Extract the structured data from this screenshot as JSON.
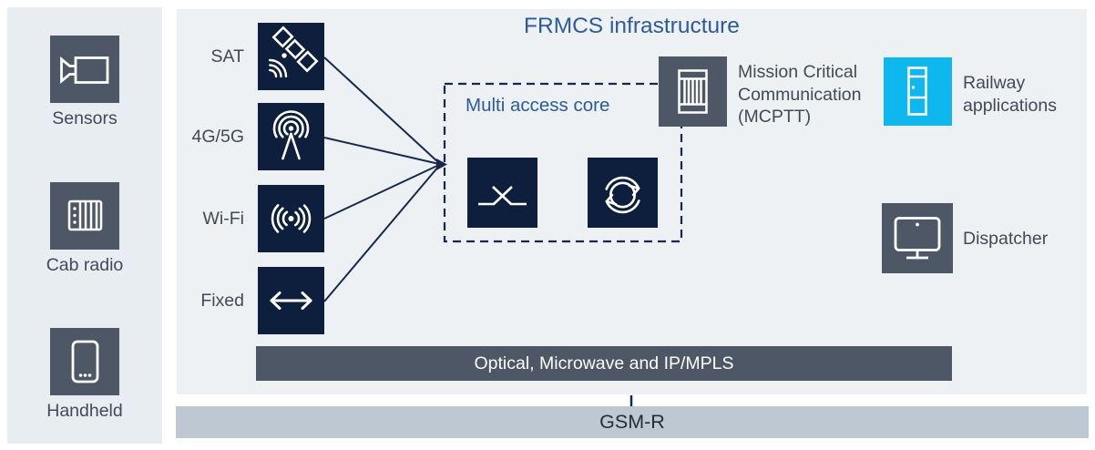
{
  "title": "FRMCS infrastructure",
  "sidebar": {
    "items": [
      {
        "label": "Sensors",
        "icon": "video-camera-icon"
      },
      {
        "label": "Cab radio",
        "icon": "cab-radio-icon"
      },
      {
        "label": "Handheld",
        "icon": "handheld-device-icon"
      }
    ]
  },
  "access_nodes": [
    {
      "label": "SAT",
      "icon": "satellite-icon"
    },
    {
      "label": "4G/5G",
      "icon": "cellular-antenna-icon"
    },
    {
      "label": "Wi-Fi",
      "icon": "wifi-icon"
    },
    {
      "label": "Fixed",
      "icon": "fixed-link-arrow-icon"
    }
  ],
  "core": {
    "label": "Multi access core",
    "tiles": [
      {
        "icon": "switch-icon"
      },
      {
        "icon": "router-icon"
      }
    ]
  },
  "mcptt": {
    "icon": "server-rack-icon",
    "lines": [
      "Mission Critical",
      "Communication",
      "(MCPTT)"
    ]
  },
  "railway_apps": {
    "icon": "application-tower-icon",
    "lines": [
      "Railway",
      "applications"
    ]
  },
  "dispatcher": {
    "label": "Dispatcher",
    "icon": "monitor-icon"
  },
  "transport_bar": {
    "label": "Optical, Microwave and IP/MPLS"
  },
  "gsmr_bar": {
    "label": "GSM-R"
  },
  "colors": {
    "navy_tile": "#0e1f3d",
    "slate_tile": "#4d5765",
    "cyan_tile": "#0fb7ef",
    "connector": "#16284e",
    "accent_text": "#2d5b99",
    "label_text": "#414a56",
    "transport_bar_bg": "#4d5765",
    "gsmr_bar_bg": "#bec8d2",
    "panel_bg": "#edf1f4",
    "sidebar_bg": "#e8edf1"
  }
}
